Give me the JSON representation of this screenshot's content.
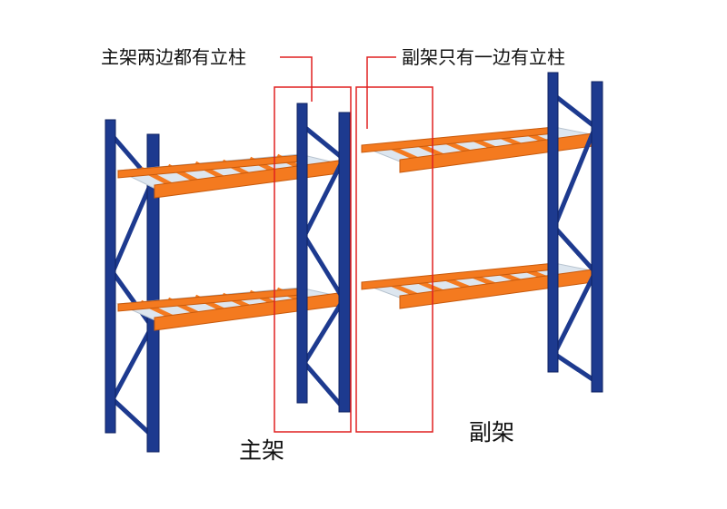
{
  "labels": {
    "main_frame_note": "主架两边都有立柱",
    "sub_frame_note": "副架只有一边有立柱",
    "main_frame": "主架",
    "sub_frame": "副架"
  },
  "colors": {
    "upright": "#1d3a8f",
    "upright_edge": "#0e2160",
    "beam": "#f47a1f",
    "beam_edge": "#c85a0c",
    "deck": "#dde6ef",
    "highlight": "#e02020"
  }
}
